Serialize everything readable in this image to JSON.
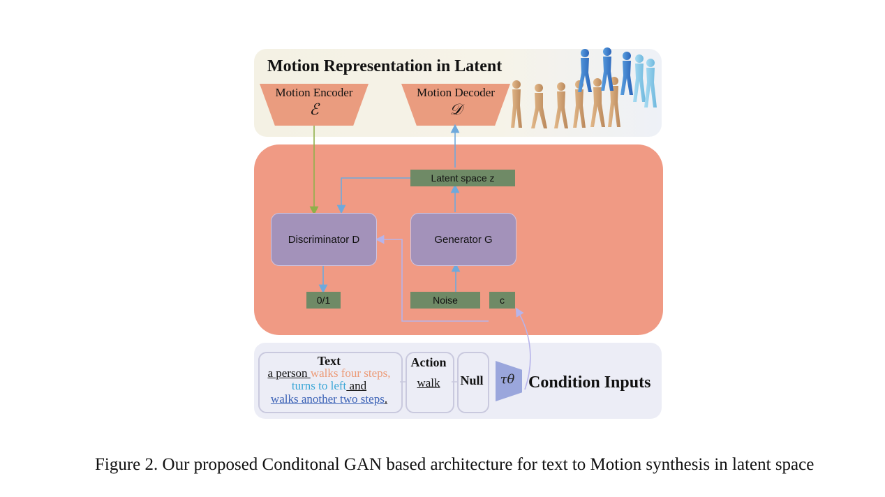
{
  "latent_panel": {
    "title": "Motion Representation in Latent",
    "encoder": {
      "label": "Motion Encoder",
      "symbol": "ℰ"
    },
    "decoder": {
      "label": "Motion Decoder",
      "symbol": "𝒟"
    }
  },
  "gan_panel": {
    "latent_space": "Latent space z",
    "discriminator": "Discriminator D",
    "generator": "Generator G",
    "output": "0/1",
    "noise": "Noise",
    "condition": "c"
  },
  "condition_panel": {
    "text_title": "Text",
    "text_line1_a": "a person ",
    "text_line1_b": "walks four steps,",
    "text_line2_a": "turns to left",
    "text_line2_b": " and",
    "text_line3_a": "walks another two steps",
    "text_line3_b": ".",
    "action_title": "Action",
    "action_value": "walk",
    "null_label": "Null",
    "tau_symbol": "τθ",
    "title": "Condition Inputs"
  },
  "caption": "Figure 2. Our proposed Conditonal GAN based architecture for text to Motion synthesis in latent space",
  "colors": {
    "gan_panel_bg": "#f09a84",
    "latent_panel_bg": "#f4f1e4",
    "condition_panel_bg": "#ecedf6",
    "green_box": "#6f8a66",
    "purple_box": "#a392ba",
    "trapezoid": "#ea9c7f",
    "arrow_blue": "#6ea9dc",
    "arrow_green": "#8fb04a",
    "arrow_lavender": "#b7b4ea"
  }
}
